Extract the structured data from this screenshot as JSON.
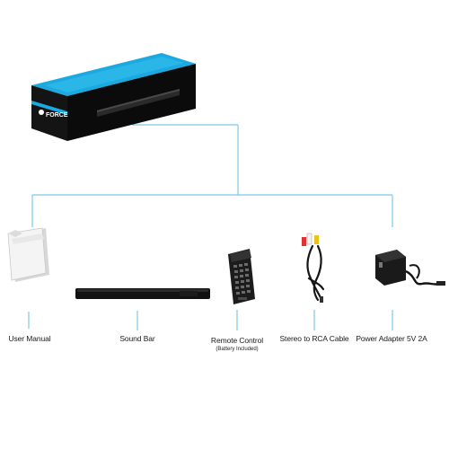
{
  "box": {
    "brand_text": "FORCE"
  },
  "items": [
    {
      "id": "user-manual",
      "label": "User Manual",
      "sub": ""
    },
    {
      "id": "sound-bar",
      "label": "Sound Bar",
      "sub": ""
    },
    {
      "id": "remote-control",
      "label": "Remote Control",
      "sub": "(Battery Included)"
    },
    {
      "id": "rca-cable",
      "label": "Stereo to RCA Cable",
      "sub": ""
    },
    {
      "id": "power-adapter",
      "label": "Power Adapter 5V 2A",
      "sub": ""
    }
  ],
  "colors": {
    "connector": "#7ec8e8",
    "box_top": "#1aa9e0",
    "box_front": "#0d0d0d",
    "box_side": "#1d1d1d"
  }
}
